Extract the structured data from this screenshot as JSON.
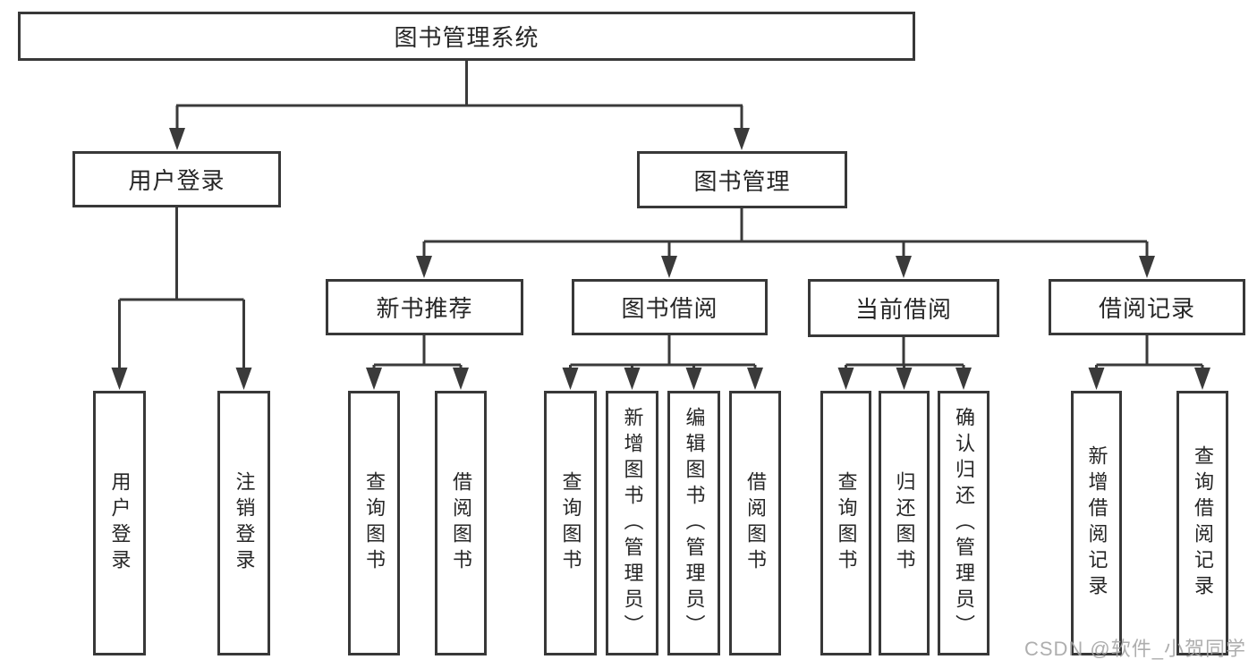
{
  "title": "图书管理系统",
  "level2": {
    "user": "用户登录",
    "mgmt": "图书管理"
  },
  "level3": {
    "recommend": "新书推荐",
    "borrow": "图书借阅",
    "current": "当前借阅",
    "records": "借阅记录"
  },
  "leaves": {
    "user": [
      "用户登录",
      "注销登录"
    ],
    "recommend": [
      "查询图书",
      "借阅图书"
    ],
    "borrow": [
      "查询图书",
      "新增图书（管理员）",
      "编辑图书（管理员）",
      "借阅图书"
    ],
    "current": [
      "查询图书",
      "归还图书",
      "确认归还（管理员）"
    ],
    "records": [
      "新增借阅记录",
      "查询借阅记录"
    ]
  },
  "watermark": "CSDN @软件_小贺同学",
  "colors": {
    "line": "#3a3a3a",
    "border": "#383838",
    "text": "#262626",
    "box_background": "#ffffff",
    "watermark": "#a5a5a5",
    "page_background": "#ffffff"
  }
}
